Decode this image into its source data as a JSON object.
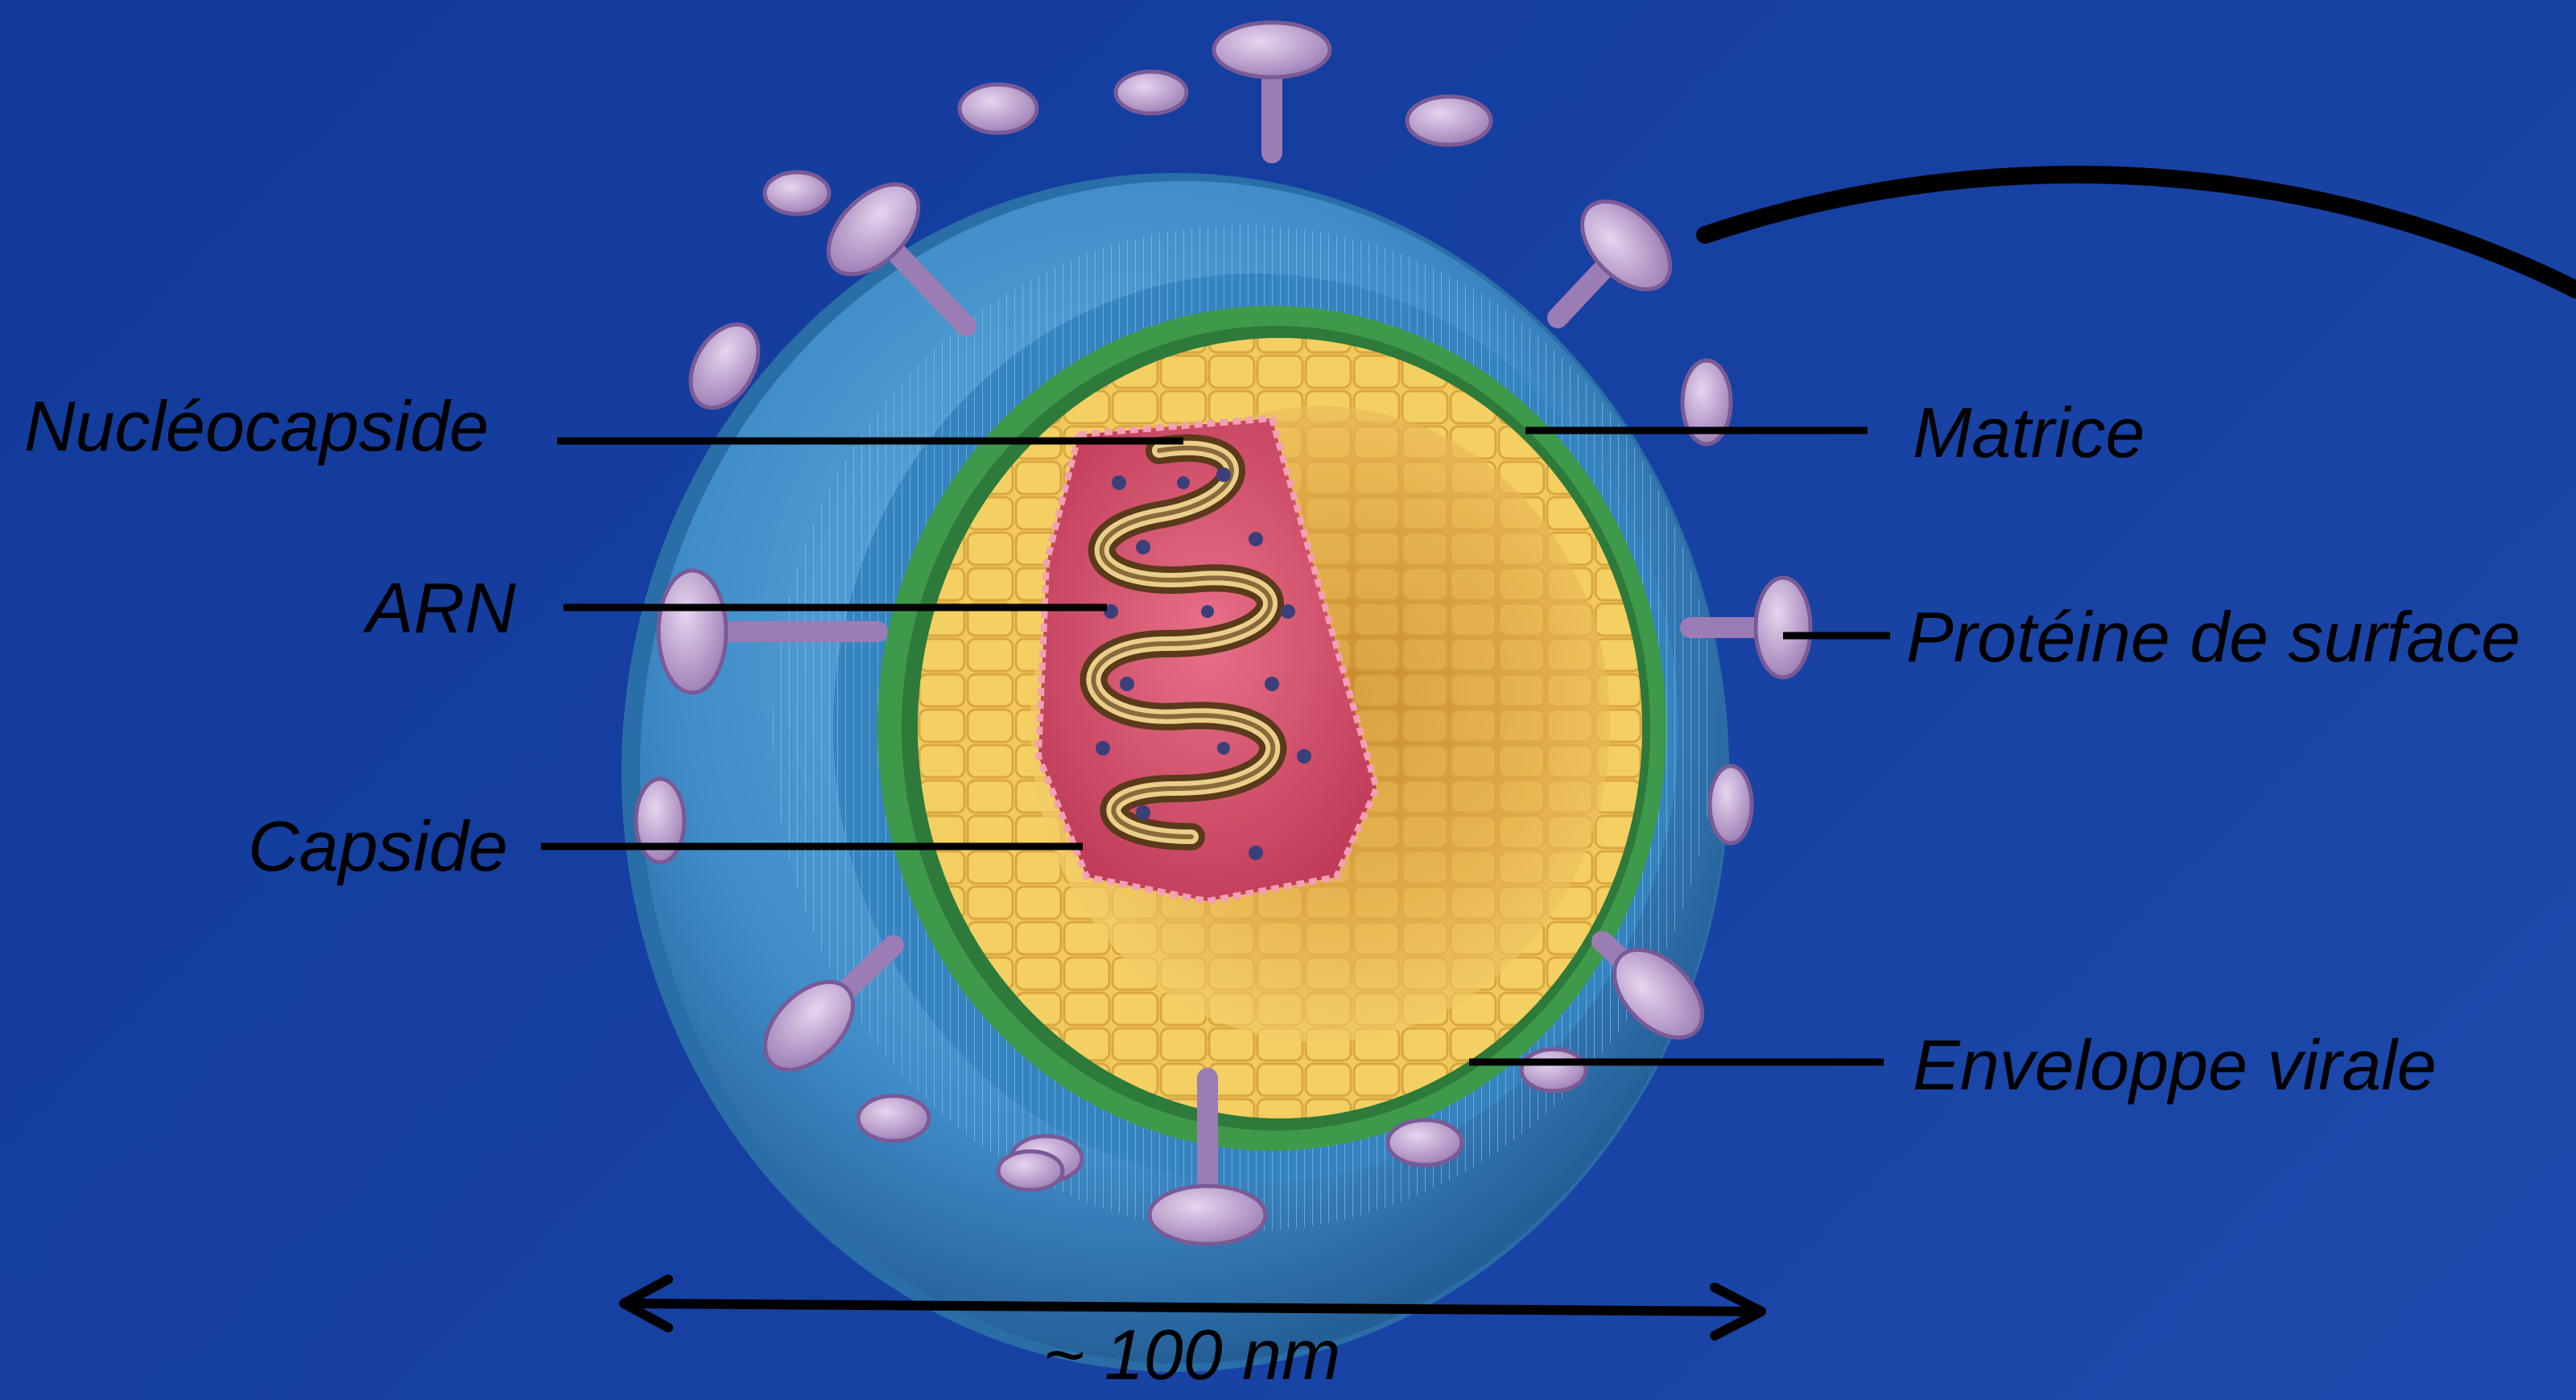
{
  "labels": {
    "nucleocapside": "Nucléocapside",
    "arn": "ARN",
    "capside": "Capside",
    "matrice": "Matrice",
    "proteine_surface": "Protéine de surface",
    "enveloppe_virale": "Enveloppe virale",
    "scale": "~ 100 nm"
  },
  "colors": {
    "background": "#1640a2",
    "envelope": "#3f8cc8",
    "envelope_dark": "#2a6ea8",
    "membrane_green": "#3e9a4a",
    "matrix_yellow": "#e8b84a",
    "capsid_red": "#d84860",
    "rna_brown": "#8a6a3a",
    "spike_purple": "#b79ac9",
    "leader_lines": "#000000"
  },
  "icons": [
    "virus-illustration",
    "scale-double-arrow"
  ]
}
